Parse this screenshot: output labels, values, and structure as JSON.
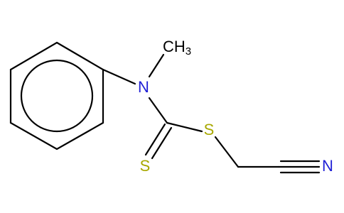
{
  "structure": {
    "atoms": {
      "methyl": {
        "label": "CH",
        "subscript": "3",
        "color": "#000000"
      },
      "amine_n": {
        "label": "N",
        "color": "#1f1fd6"
      },
      "thioether_s": {
        "label": "S",
        "color": "#a8a800"
      },
      "thione_s": {
        "label": "S",
        "color": "#a8a800"
      },
      "nitrile_n": {
        "label": "N",
        "color": "#1f1fd6"
      }
    }
  }
}
